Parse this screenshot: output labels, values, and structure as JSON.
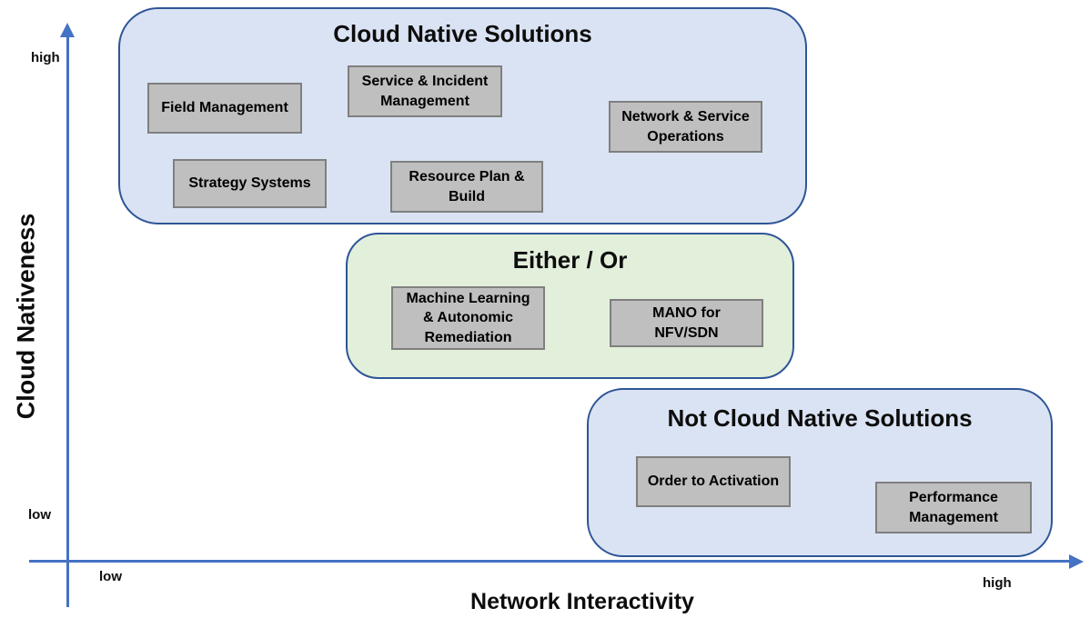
{
  "axes": {
    "y": {
      "title": "Cloud Nativeness",
      "high_label": "high",
      "low_label": "low"
    },
    "x": {
      "title": "Network Interactivity",
      "low_label": "low",
      "high_label": "high"
    }
  },
  "regions": [
    {
      "title": "Cloud Native Solutions",
      "position": "high cloud nativeness / low-to-mid network interactivity",
      "boxes": [
        {
          "label": "Field Management"
        },
        {
          "label": "Service & Incident\nManagement"
        },
        {
          "label": "Network & Service\nOperations"
        },
        {
          "label": "Strategy Systems"
        },
        {
          "label": "Resource Plan &\nBuild"
        }
      ]
    },
    {
      "title": "Either / Or",
      "position": "mid cloud nativeness / mid network interactivity",
      "boxes": [
        {
          "label": "Machine Learning\n& Autonomic\nRemediation"
        },
        {
          "label": "MANO for\nNFV/SDN"
        }
      ]
    },
    {
      "title": "Not Cloud Native Solutions",
      "position": "low cloud nativeness / high network interactivity",
      "boxes": [
        {
          "label": "Order to Activation"
        },
        {
          "label": "Performance\nManagement"
        }
      ]
    }
  ],
  "colors": {
    "region_blue_fill": "#dae3f3",
    "region_green_fill": "#e2efda",
    "region_border": "#2e5597",
    "box_fill": "#bfbfbf",
    "box_border": "#7f7f7f",
    "axis_blue": "#4472c4",
    "text": "#0d0d0d",
    "background": "#ffffff"
  }
}
